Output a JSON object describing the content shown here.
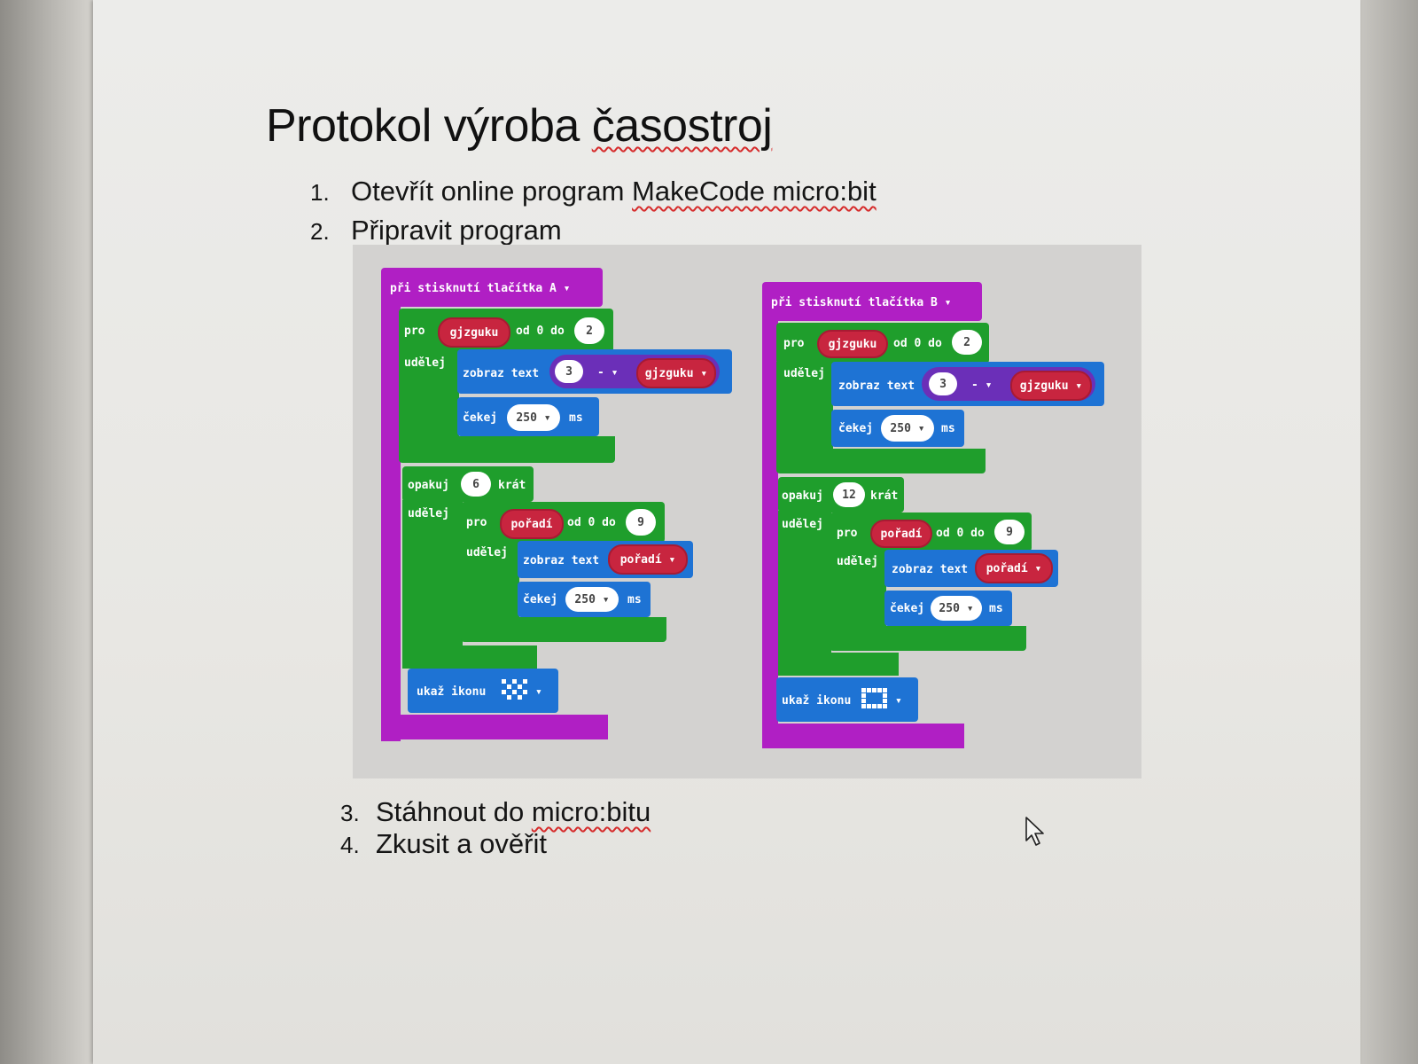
{
  "title": {
    "main": "Protokol výroba ",
    "underlined": "časostroj"
  },
  "steps": [
    {
      "num": "1.",
      "text": "Otevřít online program ",
      "underlined": "MakeCode micro:bit"
    },
    {
      "num": "2.",
      "text": "Připravit program"
    },
    {
      "num": "3.",
      "text": "Stáhnout do ",
      "underlined": "micro:bitu"
    },
    {
      "num": "4.",
      "text": "Zkusit a ověřit"
    }
  ],
  "program_a": {
    "event": "při stisknutí tlačítka",
    "button": "A",
    "for_kw": "pro",
    "var1": "gjzguku",
    "range_kw": "od 0 do",
    "limit1": "2",
    "do_kw": "udělej",
    "show_text": "zobraz text",
    "num3": "3",
    "minus": "-",
    "wait": "čekej",
    "ms_val": "250",
    "ms": "ms",
    "repeat_kw": "opakuj",
    "repeat_n": "6",
    "times": "krát",
    "var2": "pořadí",
    "limit2": "9",
    "show_icon": "ukaž ikonu"
  },
  "program_b": {
    "event": "při stisknutí tlačítka",
    "button": "B",
    "for_kw": "pro",
    "var1": "gjzguku",
    "range_kw": "od 0 do",
    "limit1": "2",
    "do_kw": "udělej",
    "show_text": "zobraz text",
    "num3": "3",
    "minus": "-",
    "wait": "čekej",
    "ms_val": "250",
    "ms": "ms",
    "repeat_kw": "opakuj",
    "repeat_n": "12",
    "times": "krát",
    "var2": "pořadí",
    "limit2": "9",
    "show_icon": "ukaž ikonu"
  },
  "colors": {
    "event": "#b01fc4",
    "loop": "#1f9e2c",
    "basic": "#1e73d4",
    "math": "#6b2fb8",
    "variable": "#c8253f"
  }
}
